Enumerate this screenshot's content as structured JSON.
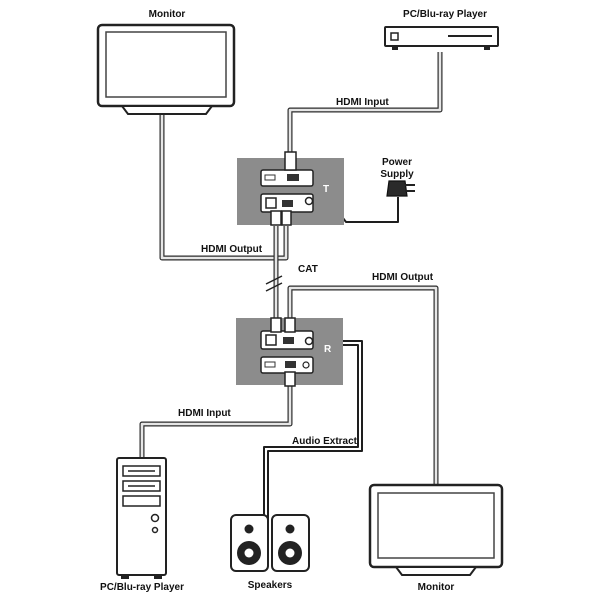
{
  "labels": {
    "monitor_top": "Monitor",
    "player_top": "PC/Blu-ray Player",
    "hdmi_input_top": "HDMI Input",
    "power_supply_line1": "Power",
    "power_supply_line2": "Supply",
    "hdmi_output_left": "HDMI Output",
    "cat": "CAT",
    "hdmi_output_right": "HDMI Output",
    "hdmi_input_bottom": "HDMI Input",
    "audio_extract": "Audio Extract",
    "player_bottom": "PC/Blu-ray Player",
    "speakers": "Speakers",
    "monitor_bottom": "Monitor"
  },
  "units": {
    "transmitter_tag": "T",
    "receiver_tag": "R"
  },
  "colors": {
    "unit_panel": "#8c8c8c",
    "cable_outline": "#2b2b2b",
    "cable_fill": "#e6e6e6",
    "wire": "#1e1e1e"
  }
}
